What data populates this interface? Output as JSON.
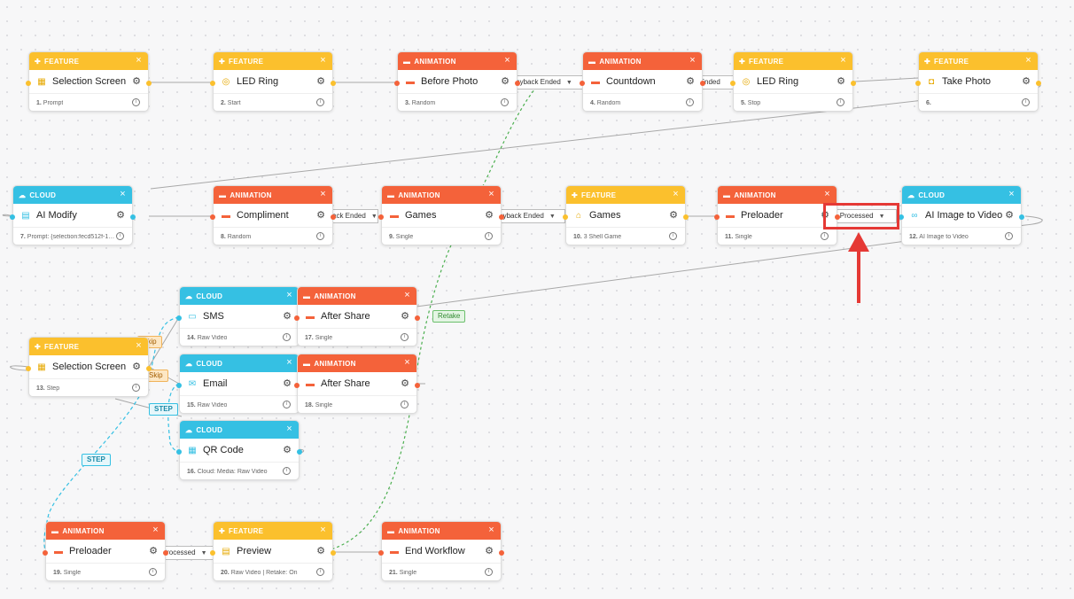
{
  "nodes": [
    {
      "type": "FEATURE",
      "label": "Selection Screen",
      "sub": "Prompt",
      "num": "1."
    },
    {
      "type": "FEATURE",
      "label": "LED Ring",
      "sub": "Start",
      "num": "2."
    },
    {
      "type": "ANIMATION",
      "label": "Before Photo",
      "sub": "Random",
      "num": "3."
    },
    {
      "type": "ANIMATION",
      "label": "Countdown",
      "sub": "Random",
      "num": "4."
    },
    {
      "type": "FEATURE",
      "label": "LED Ring",
      "sub": "Stop",
      "num": "5."
    },
    {
      "type": "FEATURE",
      "label": "Take Photo",
      "sub": "",
      "num": "6."
    },
    {
      "type": "CLOUD",
      "label": "AI Modify",
      "sub": "Prompt: {selection:fecd512f-13d0...",
      "num": "7."
    },
    {
      "type": "ANIMATION",
      "label": "Compliment",
      "sub": "Random",
      "num": "8."
    },
    {
      "type": "ANIMATION",
      "label": "Games",
      "sub": "Single",
      "num": "9."
    },
    {
      "type": "FEATURE",
      "label": "Games",
      "sub": "3 Shell Game",
      "num": "10."
    },
    {
      "type": "ANIMATION",
      "label": "Preloader",
      "sub": "Single",
      "num": "11."
    },
    {
      "type": "CLOUD",
      "label": "AI Image to Video",
      "sub": "AI Image to Video",
      "num": "12."
    },
    {
      "type": "FEATURE",
      "label": "Selection Screen",
      "sub": "Step",
      "num": "13."
    },
    {
      "type": "CLOUD",
      "label": "SMS",
      "sub": "Raw Video",
      "num": "14."
    },
    {
      "type": "CLOUD",
      "label": "Email",
      "sub": "Raw Video",
      "num": "15."
    },
    {
      "type": "CLOUD",
      "label": "QR Code",
      "sub": "Cloud: Media: Raw Video",
      "num": "16."
    },
    {
      "type": "ANIMATION",
      "label": "After Share",
      "sub": "Single",
      "num": "17."
    },
    {
      "type": "ANIMATION",
      "label": "After Share",
      "sub": "Single",
      "num": "18."
    },
    {
      "type": "ANIMATION",
      "label": "Preloader",
      "sub": "Single",
      "num": "19."
    },
    {
      "type": "FEATURE",
      "label": "Preview",
      "sub": "Raw Video | Retake: On",
      "num": "20."
    },
    {
      "type": "ANIMATION",
      "label": "End Workflow",
      "sub": "Single",
      "num": "21."
    }
  ],
  "edge_labels": {
    "e1": "Playback Ended",
    "e2": "Playback Ended",
    "e3": "Playback Ended",
    "e4": "Playback Ended",
    "e5": "AI Processed",
    "e6": "AI Processed"
  },
  "tags": {
    "skip1": "Skip",
    "skip2": "Skip",
    "step1": "STEP",
    "step2": "STEP",
    "retake": "Retake"
  },
  "icons": {
    "feature": "puzzle-icon",
    "animation": "clapperboard-icon",
    "cloud": "cloud-icon",
    "close": "close-icon",
    "gear": "gear-icon",
    "info": "info-icon",
    "annotation": "red-arrow-icon"
  },
  "colors": {
    "feature": "#fbc02d",
    "animation": "#f4623a",
    "cloud": "#35c0e3",
    "retake_edge": "#4caf50",
    "step_edge": "#35c0e3",
    "highlight": "#e53935"
  }
}
